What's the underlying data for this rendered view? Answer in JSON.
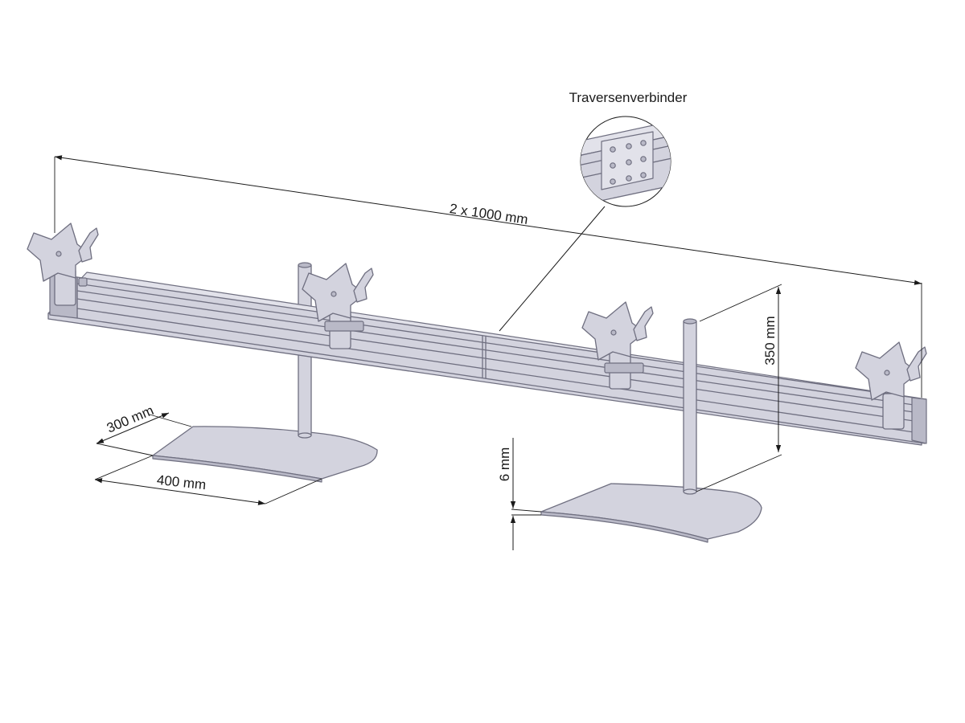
{
  "callout": {
    "label": "Traversenverbinder"
  },
  "dimensions": {
    "total_length": "2 x 1000 mm",
    "height": "350 mm",
    "base_depth": "300 mm",
    "base_width": "400 mm",
    "base_thickness": "6 mm"
  },
  "components": {
    "monitor_mounts": 4,
    "poles": 2,
    "bases": 2
  },
  "colors": {
    "metal": "#d3d3de",
    "edge": "#6f6f80",
    "annotation": "#1a1a1a"
  }
}
